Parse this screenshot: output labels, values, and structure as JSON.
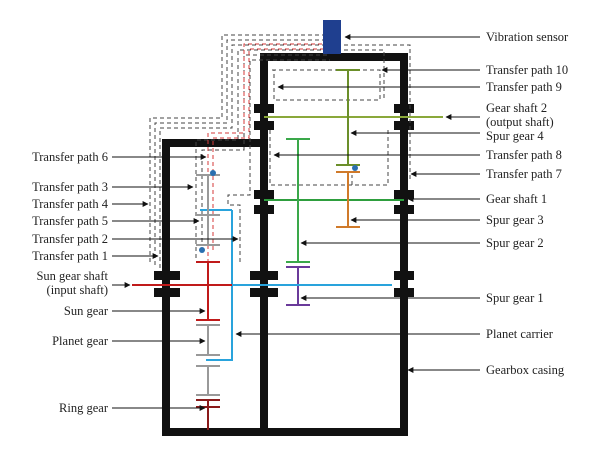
{
  "labels_right": {
    "vibration_sensor": "Vibration sensor",
    "transfer_path_10": "Transfer path 10",
    "transfer_path_9": "Transfer path 9",
    "gear_shaft_2_line1": "Gear shaft 2",
    "gear_shaft_2_line2": "(output shaft)",
    "spur_gear_4": "Spur gear 4",
    "transfer_path_8": "Transfer path 8",
    "transfer_path_7": "Transfer path 7",
    "gear_shaft_1": "Gear shaft 1",
    "spur_gear_3": "Spur gear 3",
    "spur_gear_2": "Spur gear 2",
    "spur_gear_1": "Spur gear 1",
    "planet_carrier": "Planet carrier",
    "gearbox_casing": "Gearbox casing"
  },
  "labels_left": {
    "transfer_path_6": "Transfer path 6",
    "transfer_path_3": "Transfer path 3",
    "transfer_path_4": "Transfer path 4",
    "transfer_path_5": "Transfer path 5",
    "transfer_path_2": "Transfer path 2",
    "transfer_path_1": "Transfer path 1",
    "sun_gear_shaft_line1": "Sun gear shaft",
    "sun_gear_shaft_line2": "(input shaft)",
    "sun_gear": "Sun gear",
    "planet_gear": "Planet gear",
    "ring_gear": "Ring gear"
  },
  "colors": {
    "casing": "#111111",
    "sensor": "#1f3f8f",
    "output_shaft": "#8aa83a",
    "spur_gear_4": "#6b8f2a",
    "gear_shaft_1": "#2e9e3e",
    "spur_gear_3": "#d07a2a",
    "spur_gear_2": "#3aa84a",
    "spur_gear_1": "#6a3a9a",
    "planet_carrier": "#29a3dc",
    "sun_shaft": "#c01a1a",
    "planet_gear": "#999999",
    "ring_gear": "#8a1a1a",
    "path_red": "#d63a3a",
    "path_dashed": "#444444",
    "contact_dot": "#2a6fb0"
  }
}
